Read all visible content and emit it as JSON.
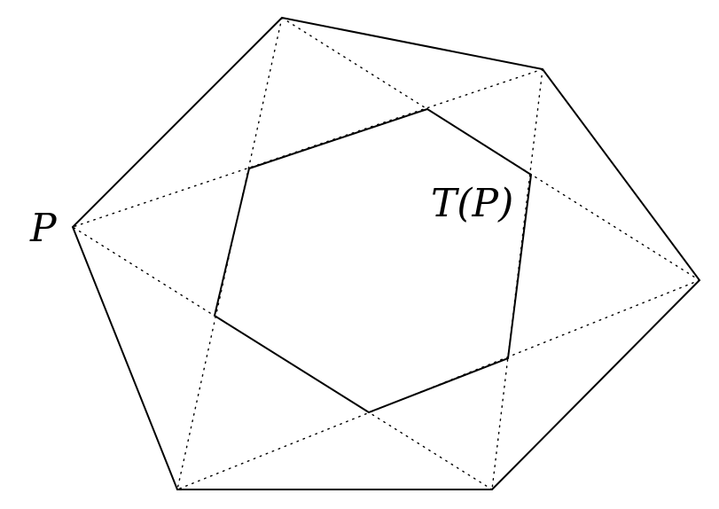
{
  "labels": {
    "outer_polygon": "P",
    "inner_polygon": "T(P)"
  },
  "style": {
    "stroke_color": "#000000",
    "background": "#ffffff",
    "diagonal_style": "dotted"
  }
}
